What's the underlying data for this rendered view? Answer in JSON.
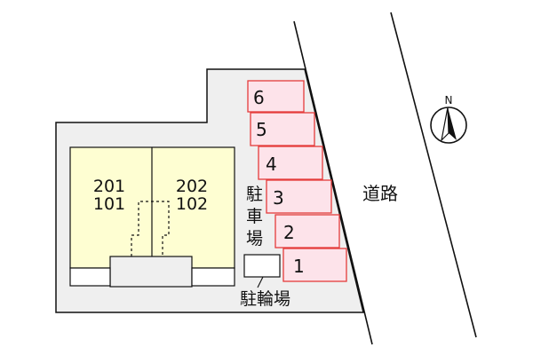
{
  "units": {
    "left": {
      "upper": "201",
      "lower": "101"
    },
    "right": {
      "upper": "202",
      "lower": "102"
    }
  },
  "parking": {
    "label_chars": [
      "駐",
      "車",
      "場"
    ],
    "spaces": [
      "1",
      "2",
      "3",
      "4",
      "5",
      "6"
    ]
  },
  "bicycle_parking": {
    "label": "駐輪場"
  },
  "road": {
    "label": "道路"
  },
  "compass": {
    "label": "N"
  },
  "colors": {
    "building": "#fefed2",
    "parking_fill": "#fde3ea",
    "parking_border": "#e53b3b",
    "lot": "#efefef",
    "line": "#111111"
  }
}
